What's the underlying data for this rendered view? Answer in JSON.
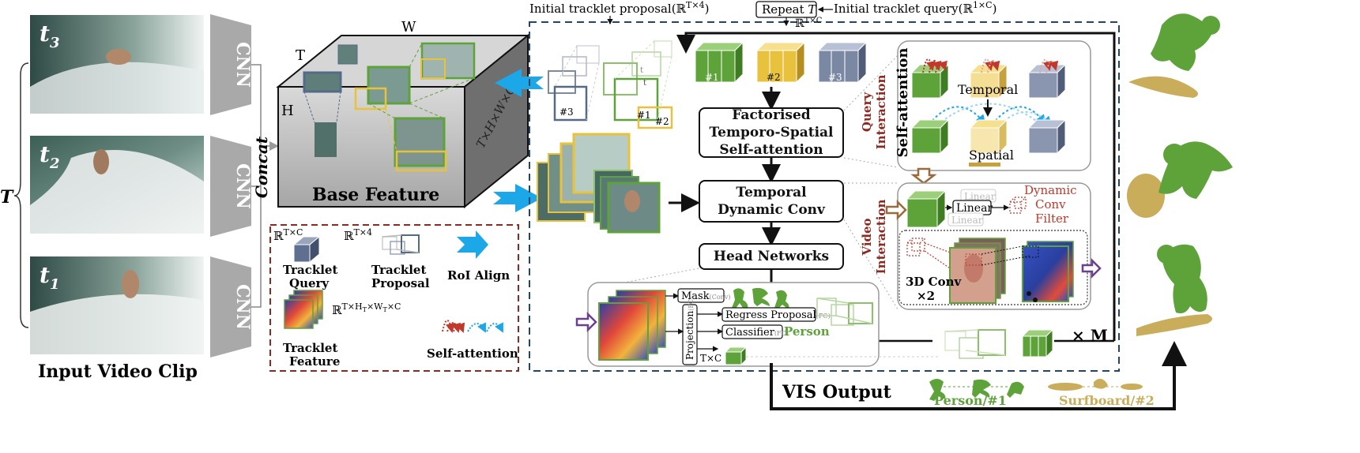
{
  "colors": {
    "green": "#5ea23a",
    "green_light": "#8dc06a",
    "yellow": "#e8c23c",
    "slate": "#7b88a4",
    "navy_dash": "#21456b",
    "maroon_dash": "#8c2a22",
    "red_text": "#c0392b",
    "cyan": "#1ba7e8",
    "purple": "#6d3f8f",
    "brown": "#9b6a3a",
    "surf_tan": "#c9ad5a"
  },
  "input": {
    "frames": [
      "t",
      "t",
      "t"
    ],
    "frame_subscripts": [
      "3",
      "2",
      "1"
    ],
    "cnn_label": "CNN",
    "time_axis": "T",
    "caption": "Input Video Clip",
    "concat_label": "Concat"
  },
  "base_feature": {
    "title": "Base Feature",
    "dim_w": "W",
    "dim_t": "T",
    "dim_h": "H",
    "shape": "T×H×W×C"
  },
  "legend": {
    "query_math": "ℝ",
    "query_sup": "T×C",
    "query_label_1": "Tracklet",
    "query_label_2": "Query",
    "proposal_math": "ℝ",
    "proposal_sup": "T×4",
    "proposal_label_1": "Tracklet",
    "proposal_label_2": "Proposal",
    "roi_label": "RoI Align",
    "feature_math": "ℝ",
    "feature_sup": "T×H",
    "feature_sub1": "T",
    "feature_mid": "×W",
    "feature_sub2": "T",
    "feature_end": "×C",
    "feature_label_1": "Tracklet",
    "feature_label_2": "Feature",
    "selfatt_label": "Self-attention"
  },
  "top": {
    "proposal_text": "Initial tracklet proposal",
    "proposal_math": "(ℝ",
    "proposal_sup": "T×4",
    "proposal_close": ")",
    "repeat_text": "Repeat ",
    "repeat_var": "T",
    "query_text": "Initial tracklet query",
    "query_math": "(ℝ",
    "query_sup": "1×C",
    "query_close": ")",
    "below_math": "ℝ",
    "below_sup": "T×C"
  },
  "queries": [
    "#1",
    "#2",
    "#3"
  ],
  "proposals": {
    "p1": "#1",
    "p2": "#2",
    "p3": "#3",
    "sub_t1": "t",
    "sub_t2": "t"
  },
  "pipeline": {
    "box1_line1": "Factorised",
    "box1_line2": "Temporo-Spatial",
    "box1_line3": "Self-attention",
    "box2_line1": "Temporal",
    "box2_line2": "Dynamic Conv",
    "box3": "Head Networks"
  },
  "query_interaction": {
    "side_1": "Query",
    "side_2": "Interaction",
    "title": "Self-attention",
    "temporal": "Temporal",
    "spatial": "Spatial"
  },
  "video_interaction": {
    "side_1": "Video",
    "side_2": "Interaction",
    "linear_main": "Linear",
    "linear_ghost_1": "Linear",
    "linear_ghost_2": "Linear",
    "dyn_1": "Dynamic",
    "dyn_2": "Conv",
    "dyn_3": "Filter",
    "conv3d_1": "3D Conv",
    "conv3d_2": "×2"
  },
  "head": {
    "mask": "Mask",
    "mask_tag": "(Conv)",
    "regress": "Regress Proposal",
    "regress_tag": "(FC)",
    "classifier": "Classifier",
    "classifier_tag": "(FC)",
    "person": "Person",
    "projection": "Projection",
    "projection_tag": "(FC)",
    "txc": "T×C"
  },
  "repeat_m": "× M",
  "output": {
    "title": "VIS Output",
    "person": "Person/#1",
    "surfboard": "Surfboard/#2"
  }
}
